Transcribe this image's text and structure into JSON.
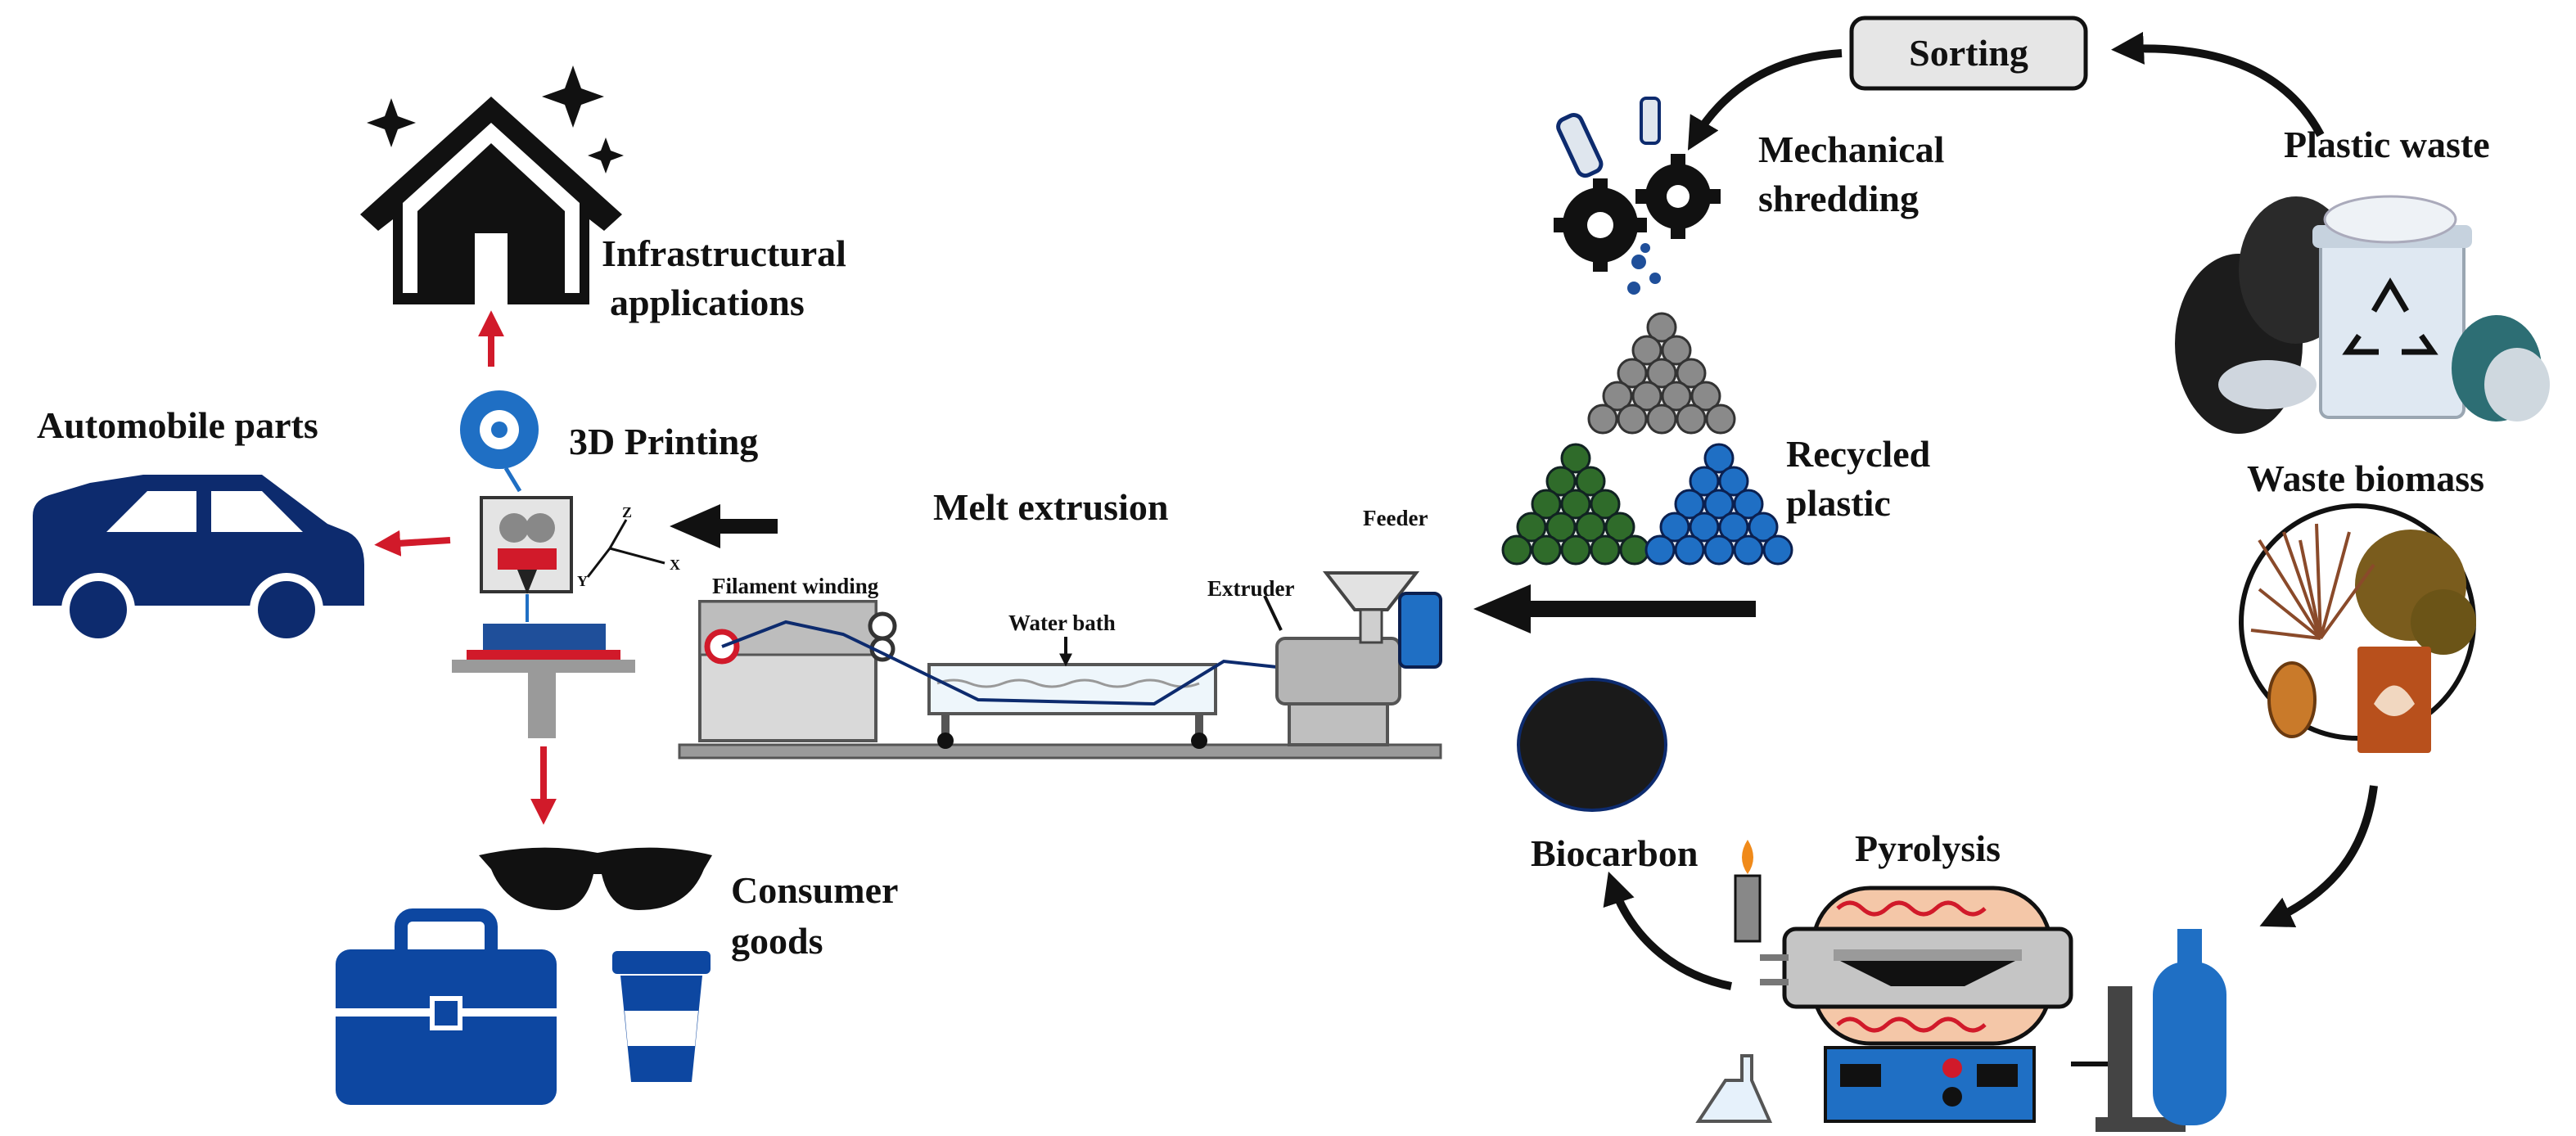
{
  "labels": {
    "sorting": "Sorting",
    "plastic_waste": "Plastic waste",
    "mechanical_1": "Mechanical",
    "mechanical_2": "shredding",
    "recycled_1": "Recycled",
    "recycled_2": "plastic",
    "waste_biomass": "Waste biomass",
    "pyrolysis": "Pyrolysis",
    "biocarbon": "Biocarbon",
    "melt_extrusion": "Melt extrusion",
    "feeder": "Feeder",
    "extruder": "Extruder",
    "water_bath": "Water bath",
    "filament_winding": "Filament winding",
    "printing": "3D Printing",
    "infra_1": "Infrastructural",
    "infra_2": "applications",
    "automobile": "Automobile parts",
    "consumer_1": "Consumer",
    "consumer_2": "goods",
    "axis_z": "Z",
    "axis_y": "Y",
    "axis_x": "X"
  },
  "colors": {
    "navy": "#0d2b6e",
    "blue": "#1f6fc4",
    "red_arrow": "#d11a2a",
    "black": "#111111",
    "grey": "#8a8a8a",
    "green": "#2f6b2a",
    "furnace": "#f4c7a8"
  }
}
